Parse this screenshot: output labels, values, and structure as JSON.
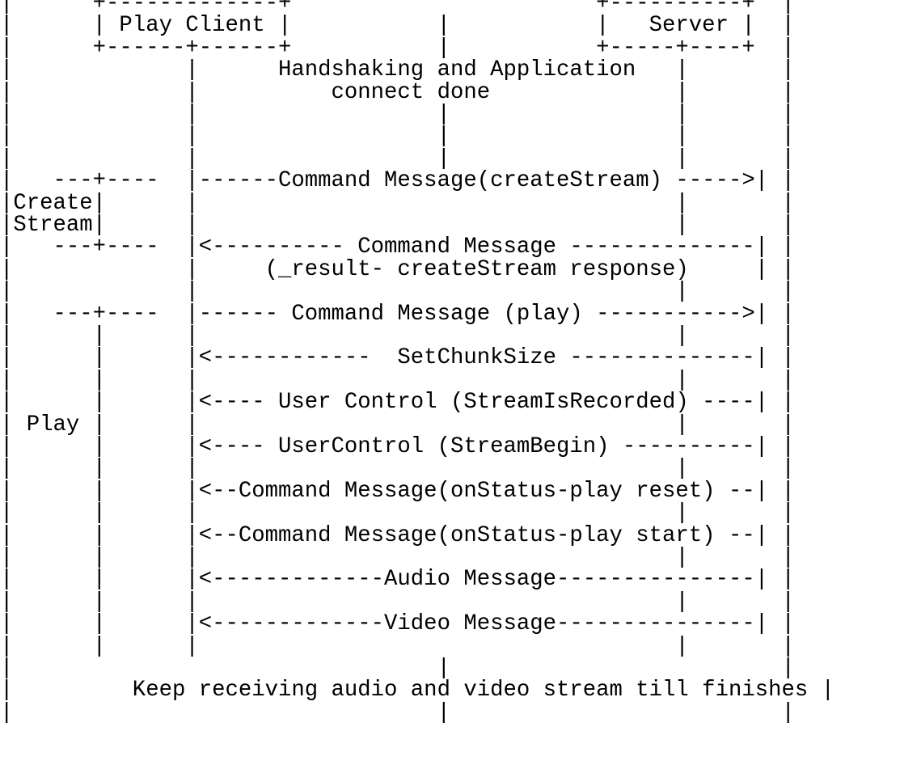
{
  "lines": [
    "|      +-------------+                       +----------+  |",
    "|      | Play Client |           |           |   Server |  |",
    "|      +------+------+           |           +-----+----+  |",
    "|             |      Handshaking and Application   |       |",
    "|             |          connect done              |       |",
    "|             |                  |                 |       |",
    "|             |                  |                 |       |",
    "|             |                  |                 |       |",
    "|   ---+----  |------Command Message(createStream) ----->| |",
    "|Create|      |                                    |       |",
    "|Stream|      |                                    |       |",
    "|   ---+----  |<---------- Command Message --------------| |",
    "|             |     (_result- createStream response)     | |",
    "|             |                                    |       |",
    "|   ---+----  |------ Command Message (play) ----------->| |",
    "|      |      |                                    |       |",
    "|      |      |<------------  SetChunkSize --------------| |",
    "|      |      |                                    |       |",
    "|      |      |<---- User Control (StreamIsRecorded) ----| |",
    "| Play |      |                                    |       |",
    "|      |      |<---- UserControl (StreamBegin) ----------| |",
    "|      |      |                                    |       |",
    "|      |      |<--Command Message(onStatus-play reset) --| |",
    "|      |      |                                    |       |",
    "|      |      |<--Command Message(onStatus-play start) --| |",
    "|      |      |                                    |       |",
    "|      |      |<-------------Audio Message---------------| |",
    "|      |      |                                    |       |",
    "|      |      |<-------------Video Message---------------| |",
    "|      |      |                                    |       |",
    "|                                |                         |",
    "|         Keep receiving audio and video stream till finishes |",
    "|                                |                         |"
  ]
}
